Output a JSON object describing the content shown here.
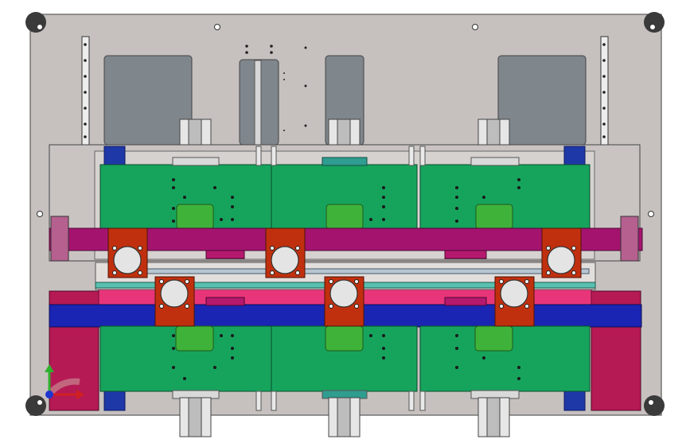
{
  "view": {
    "kind": "cad-top-view",
    "triad_axes": [
      "x",
      "y",
      "z"
    ],
    "colors": {
      "background": "#ffffff",
      "base_plate": "#c6c1bf",
      "base_outline": "#5a5a5a",
      "window": "#7f868c",
      "green_carriage": "#16a45d",
      "green_pad": "#3fb23a",
      "magenta_beam": "#a4146f",
      "blue_beam": "#1a25b3",
      "orange_bracket": "#c1300e",
      "pink_plate": "#e8357a",
      "crimson_side": "#b51a55",
      "rail": "#d9d9d9",
      "blue_strip": "#1f38a8",
      "teal_strip": "#2f9d8f"
    }
  }
}
